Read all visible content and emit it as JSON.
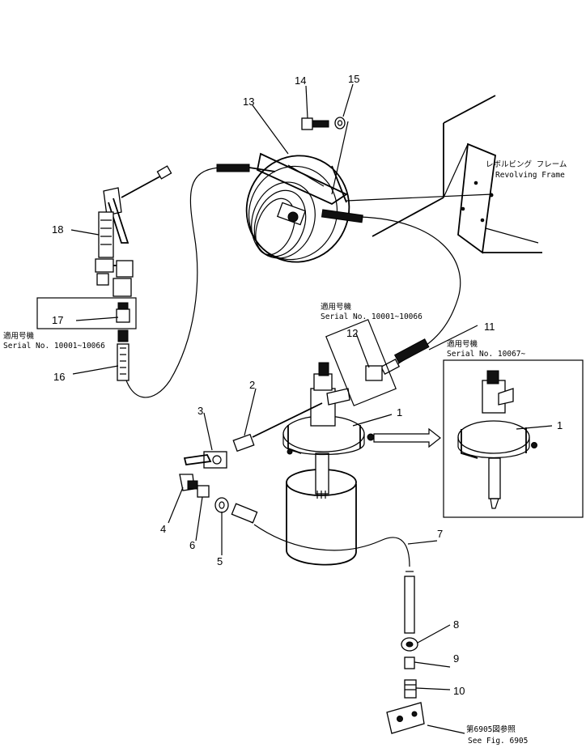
{
  "callouts": {
    "c1": "1",
    "c1b": "1",
    "c2": "2",
    "c3": "3",
    "c4": "4",
    "c5": "5",
    "c6": "6",
    "c7": "7",
    "c8": "8",
    "c9": "9",
    "c10": "10",
    "c11": "11",
    "c12": "12",
    "c13": "13",
    "c14": "14",
    "c15": "15",
    "c16": "16",
    "c17": "17",
    "c18": "18"
  },
  "labels": {
    "revolving_frame_jp": "レボルビング フレーム",
    "revolving_frame_en": "Revolving Frame",
    "applicable_jp": "適用号機",
    "serial_a": "Serial No. 10001~10066",
    "serial_b": "Serial No. 10001~10066",
    "serial_c": "Serial No. 10067~",
    "see_fig_jp": "第6905図参照",
    "see_fig_en": "See Fig. 6905"
  }
}
